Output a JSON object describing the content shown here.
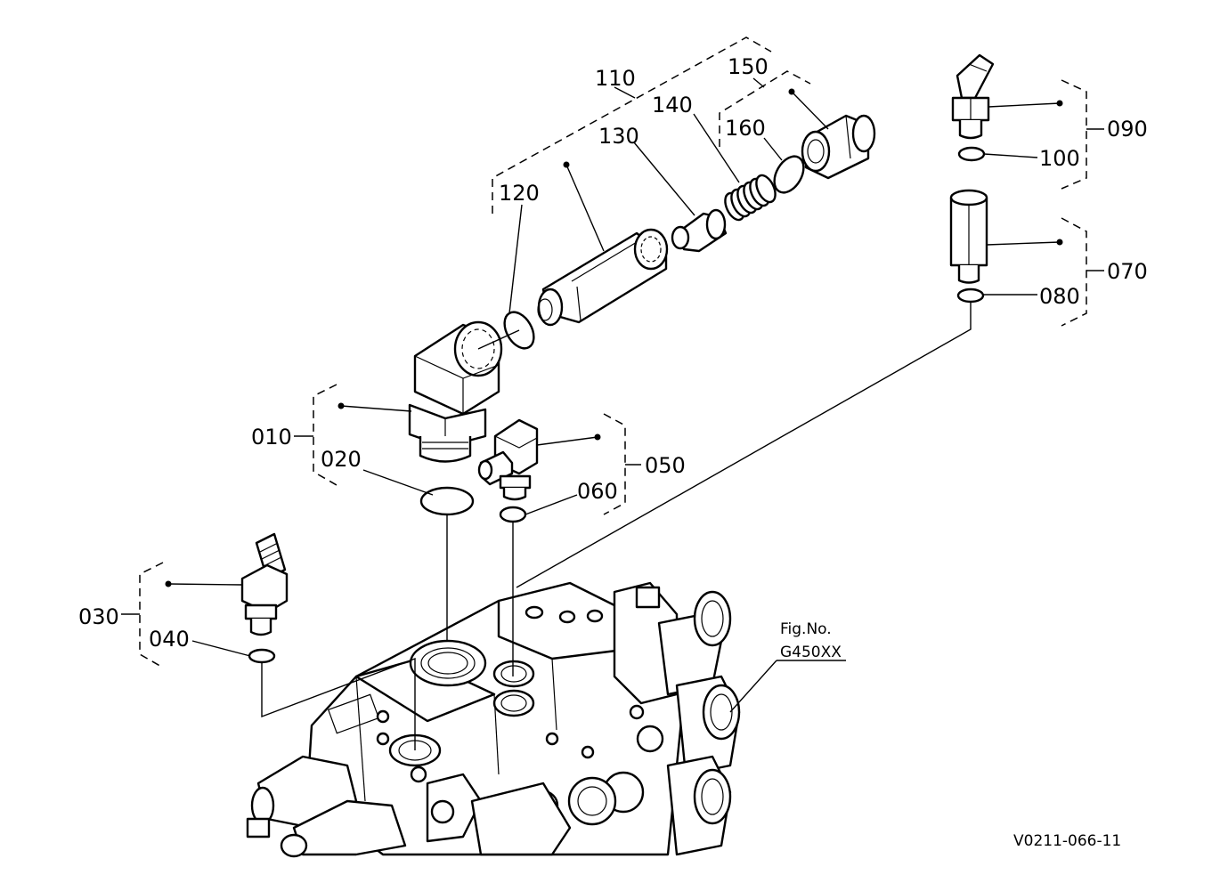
{
  "callouts": {
    "c010": "010",
    "c020": "020",
    "c030": "030",
    "c040": "040",
    "c050": "050",
    "c060": "060",
    "c070": "070",
    "c080": "080",
    "c090": "090",
    "c100": "100",
    "c110": "110",
    "c120": "120",
    "c130": "130",
    "c140": "140",
    "c150": "150",
    "c160": "160"
  },
  "figure": {
    "fig_no_label": "Fig.No.",
    "fig_no_value": "G450XX"
  },
  "drawing_id": "V0211-066-11"
}
